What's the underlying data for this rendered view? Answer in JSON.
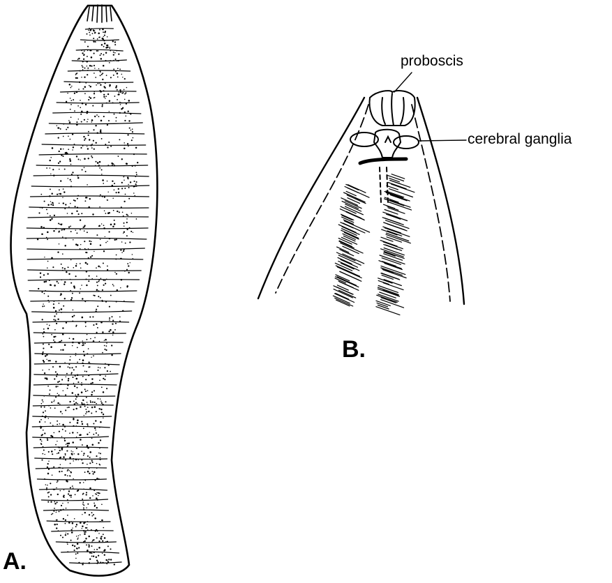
{
  "panels": {
    "a": {
      "label": "A."
    },
    "b": {
      "label": "B."
    }
  },
  "annotations": {
    "proboscis": "proboscis",
    "cerebral_ganglia": "cerebral ganglia"
  },
  "colors": {
    "ink": "#000000",
    "background": "#ffffff"
  }
}
